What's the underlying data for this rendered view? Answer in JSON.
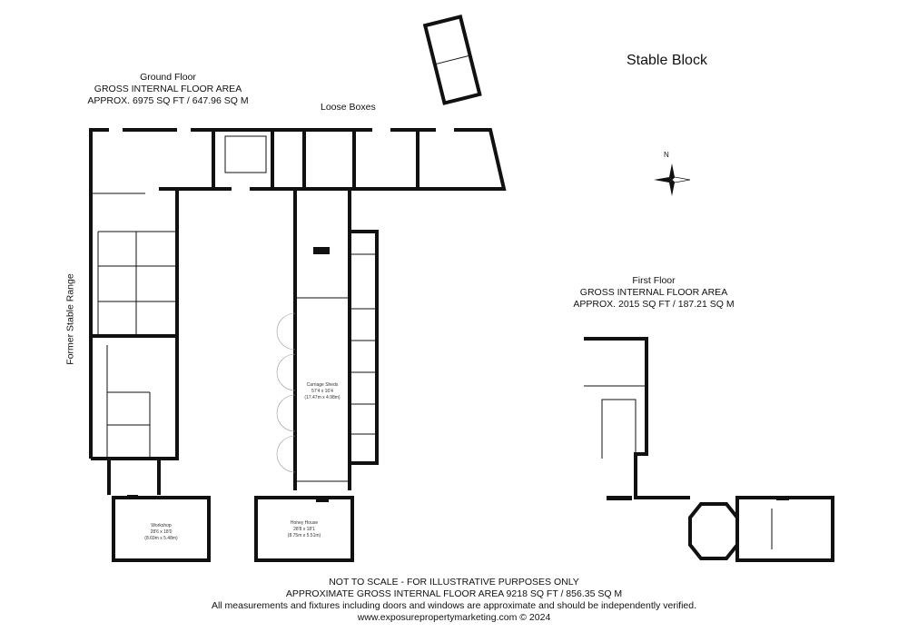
{
  "title": "Stable Block",
  "ground_floor": {
    "heading": "Ground Floor",
    "area_label": "GROSS INTERNAL FLOOR AREA",
    "area": "APPROX. 6975 SQ FT / 647.96 SQ M"
  },
  "first_floor": {
    "heading": "First Floor",
    "area_label": "GROSS INTERNAL FLOOR AREA",
    "area": "APPROX. 2015 SQ FT / 187.21 SQ M"
  },
  "labels": {
    "loose_boxes": "Loose Boxes",
    "former_stable_range": "Former Stable Range",
    "compass": "N"
  },
  "rooms": [
    {
      "name": "Carriage Sheds",
      "dims": "57'4 x 16'4",
      "metric": "(17.47m x 4.98m)"
    },
    {
      "name": "Workshop",
      "dims": "28'6 x 18'0",
      "metric": "(8.69m x 5.48m)"
    },
    {
      "name": "Honey House",
      "dims": "28'8 x 18'1",
      "metric": "(8.75m x 5.51m)"
    }
  ],
  "footer": {
    "line1": "NOT TO SCALE - FOR ILLUSTRATIVE PURPOSES ONLY",
    "line2": "APPROXIMATE GROSS INTERNAL FLOOR AREA 9218 SQ FT / 856.35 SQ M",
    "line3": "All measurements and fixtures including doors and windows are approximate and should be independently verified.",
    "line4": "www.exposurepropertymarketing.com © 2024"
  }
}
